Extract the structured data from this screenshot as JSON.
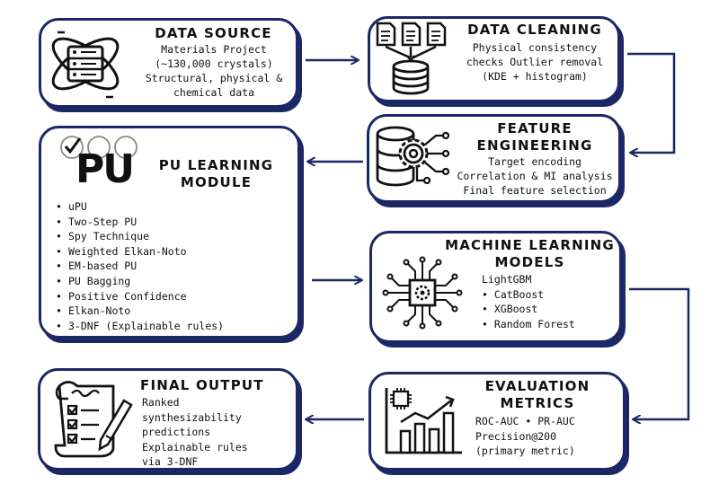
{
  "data_source": {
    "title": "DATA SOURCE",
    "lines": [
      "Materials Project",
      "(~130,000 crystals)",
      "Structural, physical &",
      "chemical data"
    ],
    "icon": "server-atom-icon"
  },
  "data_cleaning": {
    "title": "DATA CLEANING",
    "lines": [
      "Physical consistency",
      "checks Outlier removal",
      "(KDE + histogram)"
    ],
    "icon": "documents-database-icon"
  },
  "feature_engineering": {
    "title_lines": [
      "FEATURE",
      "ENGINEERING"
    ],
    "lines": [
      "Target encoding",
      "Correlation & MI analysis",
      "Final feature selection"
    ],
    "icon": "database-gear-icon"
  },
  "pu_learning": {
    "logo_text": "PU",
    "title_lines": [
      "PU LEARNING",
      "MODULE"
    ],
    "items": [
      "uPU",
      "Two-Step PU",
      "Spy Technique",
      "Weighted Elkan-Noto",
      "EM-based PU",
      "PU Bagging",
      "Positive Confidence",
      "Elkan-Noto",
      "3-DNF (Explainable rules)"
    ]
  },
  "ml_models": {
    "title_lines": [
      "MACHINE LEARNING",
      "MODELS"
    ],
    "lines": [
      "LightGBM",
      "• CatBoost",
      "• XGBoost",
      "• Random Forest"
    ],
    "icon": "chip-circuit-icon"
  },
  "evaluation": {
    "title_lines": [
      "EVALUATION",
      "METRICS"
    ],
    "lines": [
      "ROC-AUC • PR-AUC",
      "Precision@200",
      "(primary metric)"
    ],
    "icon": "bar-chart-icon"
  },
  "final_output": {
    "title": "FINAL OUTPUT",
    "lines": [
      "Ranked",
      "synthesizability",
      "predictions",
      "Explainable rules",
      "via 3-DNF"
    ],
    "icon": "checklist-pen-icon"
  },
  "colors": {
    "border": "#1c2766",
    "arrow": "#1c2766"
  }
}
